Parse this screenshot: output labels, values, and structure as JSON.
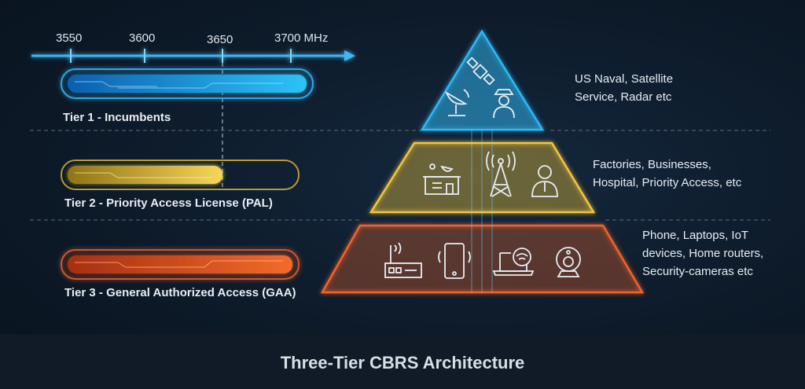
{
  "axis": {
    "ticks": [
      "3550",
      "3600",
      "3650",
      "3700 MHz"
    ]
  },
  "tiers": [
    {
      "label": "Tier 1 - Incumbents",
      "description": [
        "US Naval, Satellite",
        "Service, Radar etc"
      ],
      "color": "#2fb8f5"
    },
    {
      "label": "Tier 2 - Priority Access License (PAL)",
      "description": [
        "Factories, Businesses,",
        "Hospital, Priority Access, etc"
      ],
      "color": "#f2c53d"
    },
    {
      "label": "Tier 3 - General Authorized Access (GAA)",
      "description": [
        "Phone, Laptops, IoT",
        "devices, Home routers,",
        "Security-cameras etc"
      ],
      "color": "#f2642a"
    }
  ],
  "footer": {
    "title": "Three-Tier CBRS Architecture"
  }
}
